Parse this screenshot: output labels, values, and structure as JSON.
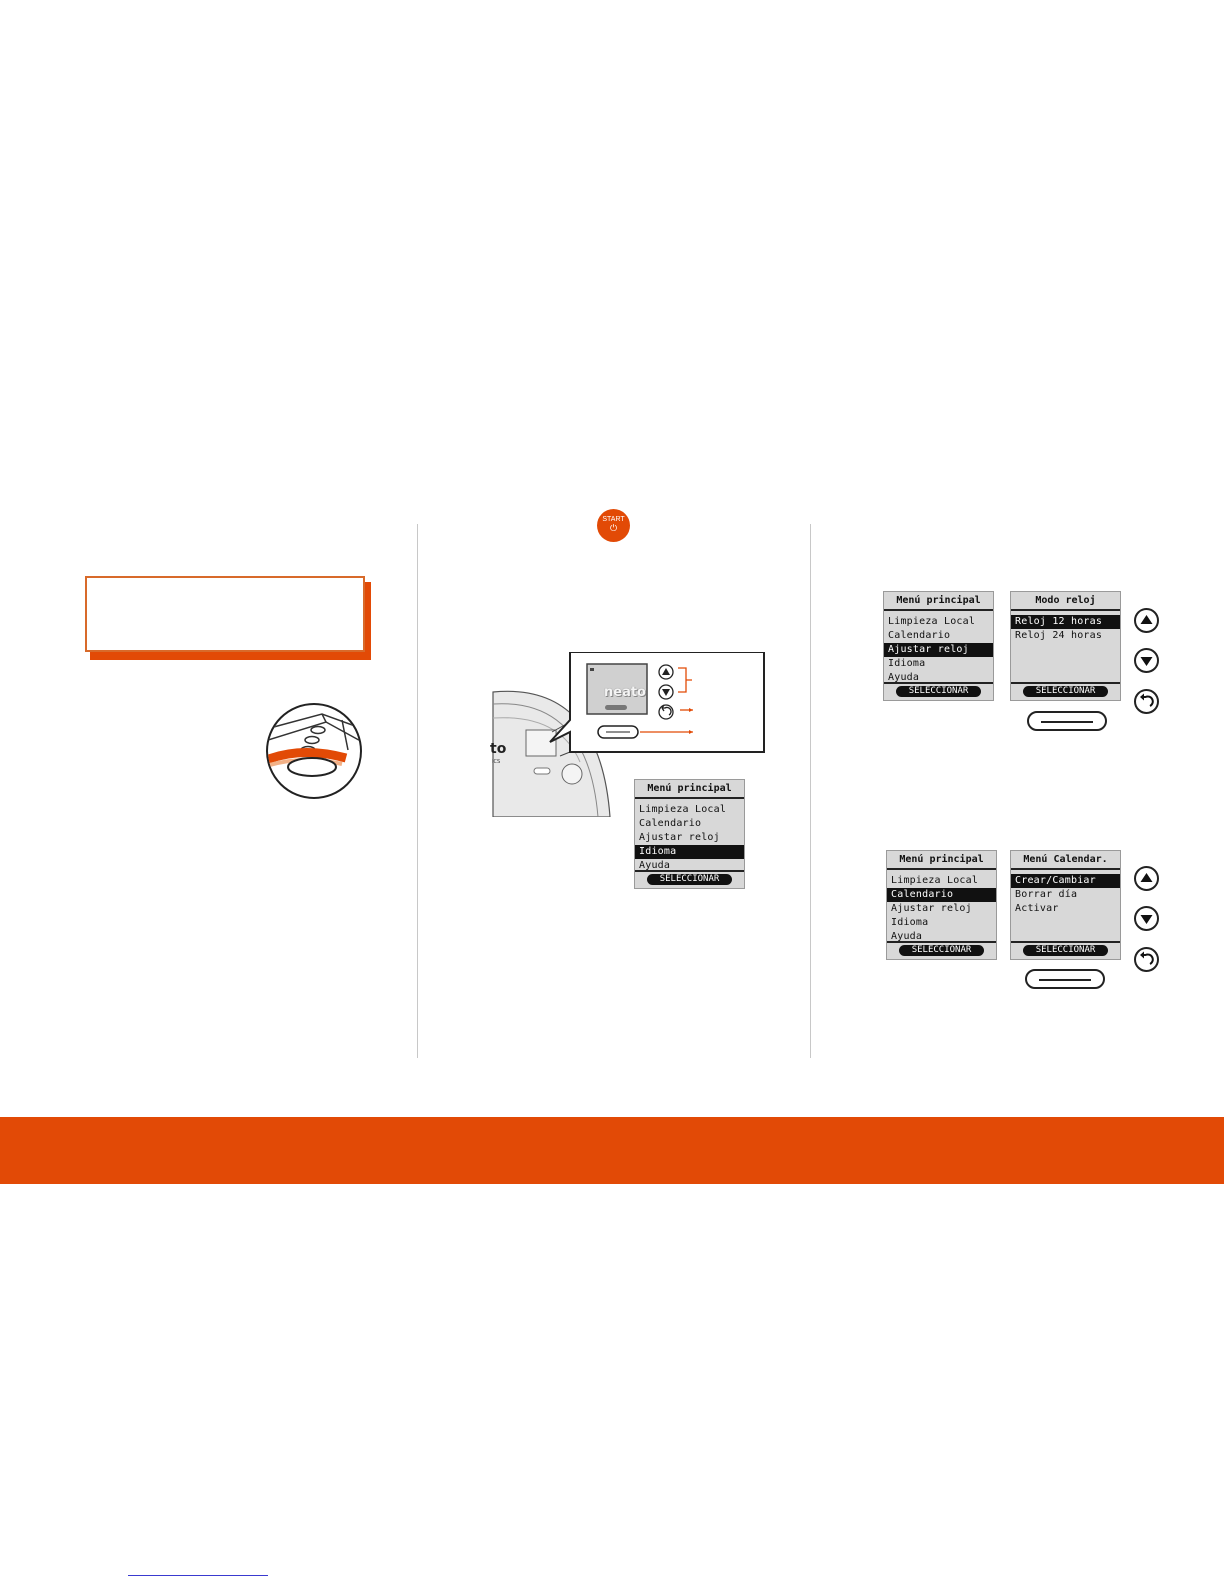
{
  "start_button": {
    "label": "START",
    "power_glyph": "⏻"
  },
  "robot_display": {
    "brand": "neato",
    "partial_brand": "to",
    "partial_suffix": "ICS"
  },
  "screen_main_idioma": {
    "title": "Menú principal",
    "items": [
      "Limpieza Local",
      "Calendario",
      "Ajustar reloj",
      "Idioma",
      "Ayuda"
    ],
    "selected_index": 3,
    "select_label": "SELECCIONAR"
  },
  "screen_main_reloj": {
    "title": "Menú principal",
    "items": [
      "Limpieza Local",
      "Calendario",
      "Ajustar reloj",
      "Idioma",
      "Ayuda"
    ],
    "selected_index": 2,
    "select_label": "SELECCIONAR"
  },
  "screen_modo_reloj": {
    "title": "Modo reloj",
    "items": [
      "Reloj 12 horas",
      "Reloj 24 horas"
    ],
    "selected_index": 0,
    "select_label": "SELECCIONAR"
  },
  "screen_main_calendario": {
    "title": "Menú principal",
    "items": [
      "Limpieza Local",
      "Calendario",
      "Ajustar reloj",
      "Idioma",
      "Ayuda"
    ],
    "selected_index": 1,
    "select_label": "SELECCIONAR"
  },
  "screen_menu_calendar": {
    "title": "Menú Calendar.",
    "items": [
      "Crear/Cambiar",
      "Borrar día",
      "Activar"
    ],
    "selected_index": 0,
    "select_label": "SELECCIONAR"
  },
  "icons": [
    "up-arrow-icon",
    "down-arrow-icon",
    "back-arrow-icon",
    "power-icon"
  ],
  "colors": {
    "accent": "#e24a06",
    "lcd": "#d8d8d8"
  }
}
